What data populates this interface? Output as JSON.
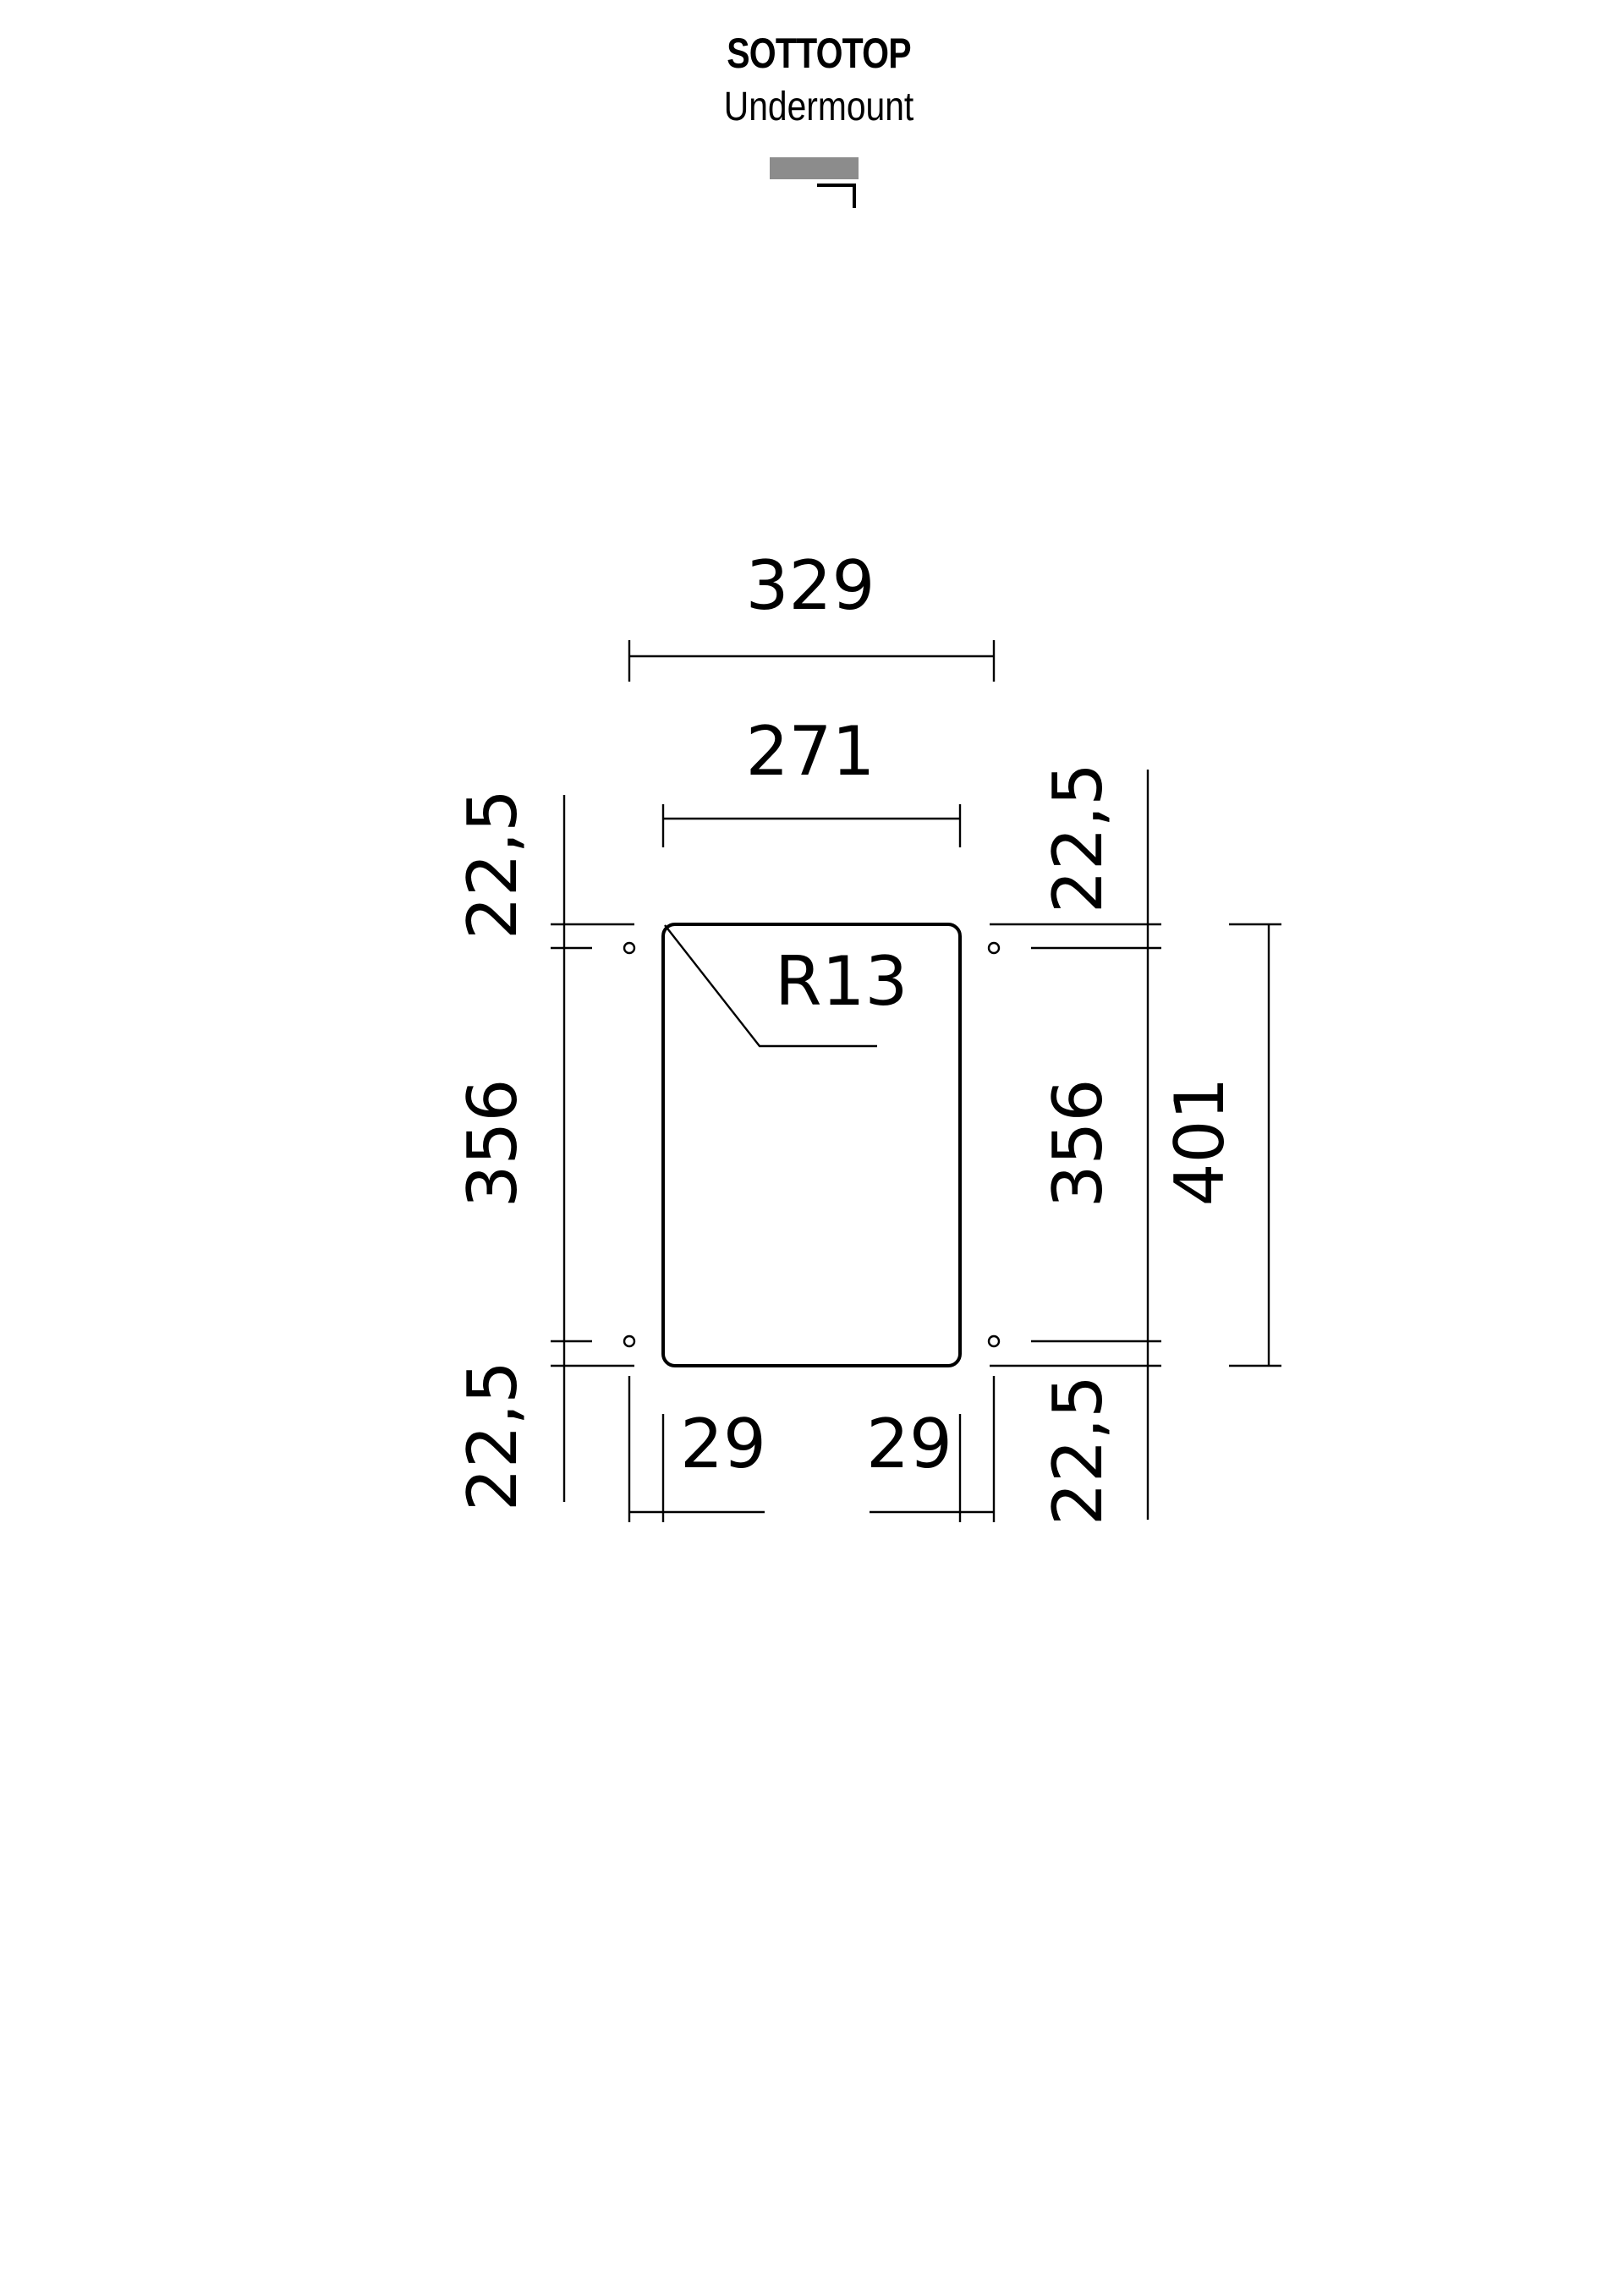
{
  "header": {
    "title": "SOTTOTOP",
    "subtitle": "Undermount"
  },
  "icons": {
    "mount_icon": "undermount-symbol-icon"
  },
  "colors": {
    "line": "#000000",
    "icon_fill": "#8c8c8c",
    "background": "#ffffff"
  },
  "dimensions": {
    "overall_width": "329",
    "inner_width": "271",
    "corner_radius": "R13",
    "left_top_offset": "22,5",
    "left_height": "356",
    "left_bottom_offset": "22,5",
    "right_top_offset": "22,5",
    "right_height": "356",
    "right_bottom_offset": "22,5",
    "overall_height": "401",
    "bottom_left_offset": "29",
    "bottom_right_offset": "29"
  }
}
